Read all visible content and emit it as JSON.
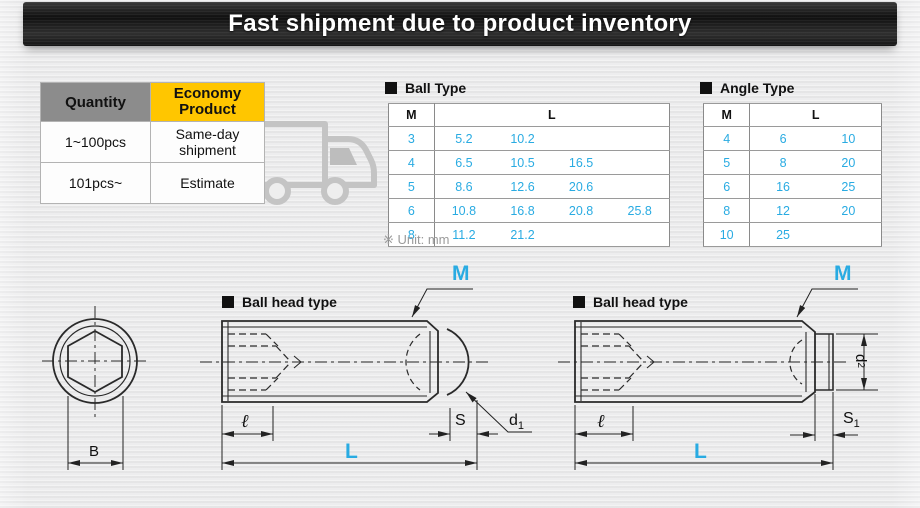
{
  "banner": {
    "title": "Fast shipment due to product inventory"
  },
  "pricing_table": {
    "headers": {
      "quantity": "Quantity",
      "economy": "Economy Product"
    },
    "rows": [
      {
        "quantity": "1~100pcs",
        "economy": "Same-day shipment"
      },
      {
        "quantity": "101pcs~",
        "economy": "Estimate"
      }
    ]
  },
  "ball_type": {
    "title": "Ball Type",
    "col_m": "M",
    "col_l": "L",
    "rows": [
      {
        "m": "3",
        "l": [
          "5.2",
          "10.2",
          "",
          ""
        ]
      },
      {
        "m": "4",
        "l": [
          "6.5",
          "10.5",
          "16.5",
          ""
        ]
      },
      {
        "m": "5",
        "l": [
          "8.6",
          "12.6",
          "20.6",
          ""
        ]
      },
      {
        "m": "6",
        "l": [
          "10.8",
          "16.8",
          "20.8",
          "25.8"
        ]
      },
      {
        "m": "8",
        "l": [
          "11.2",
          "21.2",
          "",
          ""
        ]
      }
    ]
  },
  "angle_type": {
    "title": "Angle Type",
    "col_m": "M",
    "col_l": "L",
    "rows": [
      {
        "m": "4",
        "l": [
          "6",
          "10"
        ]
      },
      {
        "m": "5",
        "l": [
          "8",
          "20"
        ]
      },
      {
        "m": "6",
        "l": [
          "16",
          "25"
        ]
      },
      {
        "m": "8",
        "l": [
          "12",
          "20"
        ]
      },
      {
        "m": "10",
        "l": [
          "25",
          ""
        ]
      }
    ]
  },
  "unit_note": "※ Unit: mm",
  "drawings": {
    "drawing1_title": "Ball head type",
    "drawing2_title": "Ball head type",
    "labels": {
      "m1": "M",
      "l1": "L",
      "ell1": "ℓ",
      "s": "S",
      "d1_base": "d",
      "d1_sub": "1",
      "m2": "M",
      "l2": "L",
      "ell2": "ℓ",
      "s1_base": "S",
      "s1_sub": "1",
      "d2_base": "d",
      "d2_sub": "2",
      "b": "B"
    }
  },
  "colors": {
    "accent_cyan": "#29abe2",
    "header_yellow": "#ffc600",
    "header_gray": "#8c8c8c"
  }
}
